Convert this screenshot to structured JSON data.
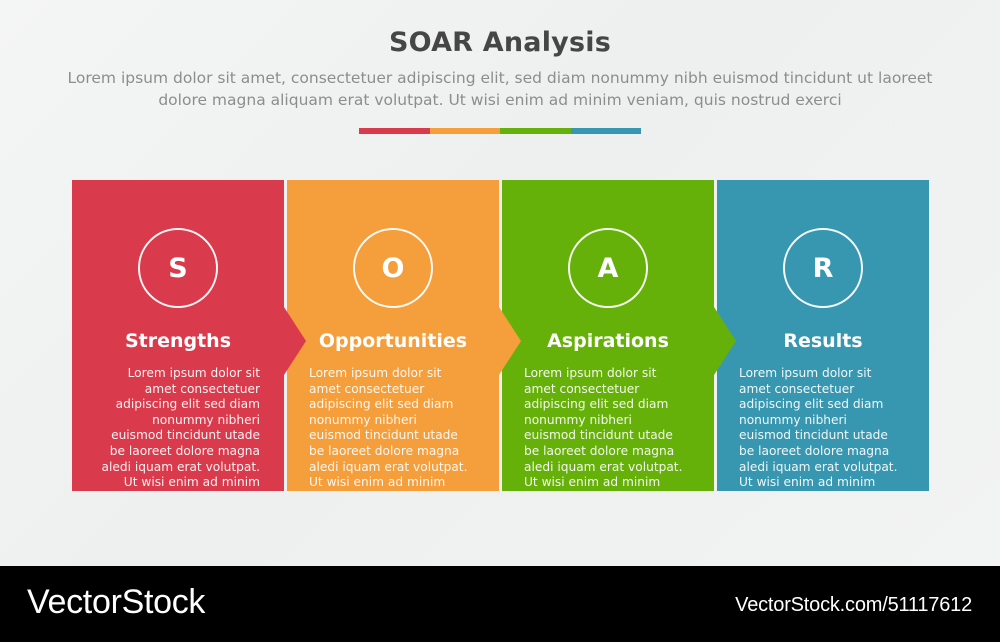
{
  "header": {
    "title": "SOAR Analysis",
    "subtitle": "Lorem ipsum dolor sit amet, consectetuer adipiscing elit, sed diam nonummy nibh euismod tincidunt ut laoreet dolore magna aliquam erat volutpat. Ut wisi enim ad minim veniam, quis nostrud exerci"
  },
  "accent_bar": {
    "segments": [
      "#d93b4c",
      "#f59e3c",
      "#66b00a",
      "#3797b0"
    ]
  },
  "panels": [
    {
      "letter": "S",
      "title": "Strengths",
      "description": "Lorem ipsum dolor sit amet consectetuer adipiscing elit sed diam nonummy nibheri euismod tincidunt utade be laoreet dolore magna aledi iquam erat volutpat. Ut wisi enim ad minim",
      "color": "#d93b4c"
    },
    {
      "letter": "O",
      "title": "Opportunities",
      "description": "Lorem ipsum dolor sit amet consectetuer adipiscing elit sed diam nonummy nibheri euismod tincidunt utade be laoreet dolore magna aledi iquam erat volutpat. Ut wisi enim ad minim",
      "color": "#f59e3c"
    },
    {
      "letter": "A",
      "title": "Aspirations",
      "description": "Lorem ipsum dolor sit amet consectetuer adipiscing elit sed diam nonummy nibheri euismod tincidunt utade be laoreet dolore magna aledi iquam erat volutpat. Ut wisi enim ad minim",
      "color": "#66b00a"
    },
    {
      "letter": "R",
      "title": "Results",
      "description": "Lorem ipsum dolor sit amet consectetuer adipiscing elit sed diam nonummy nibheri euismod tincidunt utade be laoreet dolore magna aledi iquam erat volutpat. Ut wisi enim ad minim",
      "color": "#3797b0"
    }
  ],
  "footer": {
    "brand": "VectorStock",
    "watermark_url": "VectorStock.com/51117612"
  }
}
